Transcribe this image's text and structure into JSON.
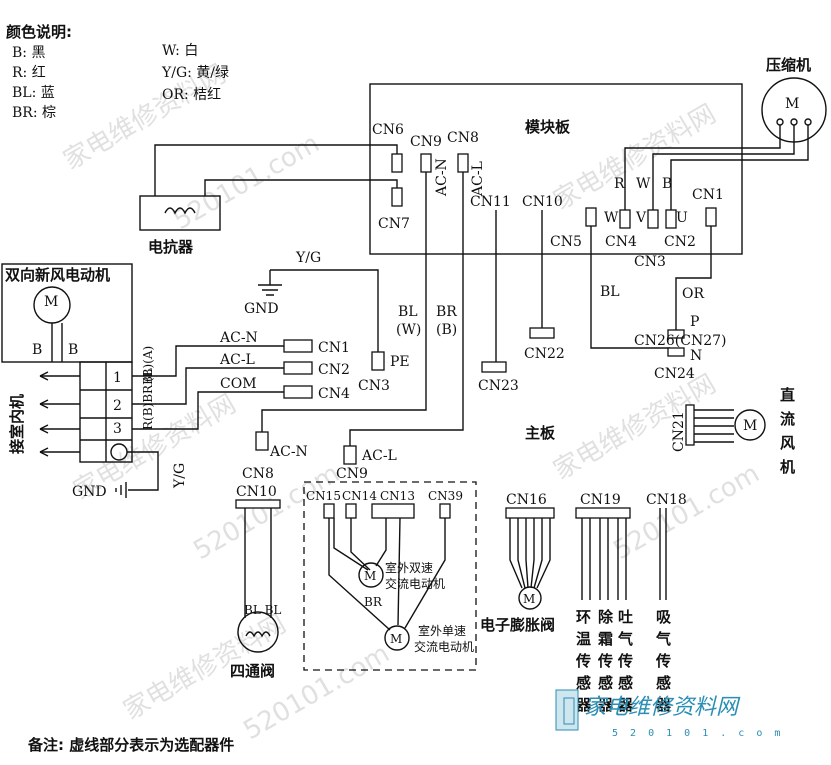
{
  "legend": {
    "title": "颜色说明:",
    "left": [
      "B:  黑",
      "R:  红",
      "BL: 蓝",
      "BR: 棕"
    ],
    "right": [
      "W: 白",
      "Y/G: 黄/绿",
      "OR: 桔红"
    ]
  },
  "module_board": {
    "title": "模块板",
    "cn6": "CN6",
    "cn7": "CN7",
    "cn8": "CN8",
    "cn9": "CN9",
    "cn11": "CN11",
    "cn10": "CN10",
    "cn5": "CN5",
    "cn4": "CN4",
    "cn3": "CN3",
    "cn2": "CN2",
    "cn1": "CN1",
    "acn_vertical": "AC-N",
    "acl_vertical": "AC-L",
    "w": "W",
    "v": "V",
    "u": "U"
  },
  "compressor": {
    "title": "压缩机",
    "motor": "M",
    "r": "R",
    "w": "W",
    "b": "B"
  },
  "reactor": {
    "label": "电抗器"
  },
  "gnd_top": {
    "yg": "Y/G",
    "gnd": "GND"
  },
  "fresh_air_motor": {
    "title": "双向新风电动机",
    "motor": "M",
    "b1": "B",
    "b2": "B"
  },
  "terminal": {
    "label": "接室内机",
    "nums": [
      "1",
      "2",
      "3"
    ],
    "side_a": "(B)(A)",
    "side_b": "R(B)BRBL",
    "yg": "Y/G",
    "gnd": "GND"
  },
  "main_board": {
    "title": "主板",
    "acn_label": "AC-N",
    "acl_label": "AC-L",
    "com_label": "COM",
    "cn1": "CN1",
    "cn2": "CN2",
    "cn4": "CN4",
    "pe": "PE",
    "cn3": "CN3",
    "bl_w": "BL\n(W)",
    "br_b": "BR\n(B)",
    "cn23": "CN23",
    "cn22": "CN22",
    "cn8": "CN8",
    "cn8_label": "AC-N",
    "cn9": "CN9",
    "cn9_label": "AC-L",
    "cn10": "CN10",
    "cn15": "CN15",
    "cn14": "CN14",
    "cn13": "CN13",
    "cn39": "CN39",
    "cn16": "CN16",
    "cn19": "CN19",
    "cn18": "CN18",
    "cn21": "CN21",
    "cn26": "CN26(CN27)",
    "cn24": "CN24",
    "p": "P",
    "n": "N",
    "bl": "BL",
    "or": "OR"
  },
  "components": {
    "four_way": "四通阀",
    "four_way_bl": "BL BL",
    "two_speed_motor": [
      "室外双速",
      "交流电动机"
    ],
    "single_speed_motor": [
      "室外单速",
      "交流电动机"
    ],
    "br": "BR",
    "exv": "电子膨胀阀",
    "sensors": [
      "环温传感器",
      "除霜传感器",
      "吐气传感器"
    ],
    "suction_sensor": "吸气传感器",
    "dc_fan": "直流风机"
  },
  "note": "备注: 虚线部分表示为选配器件",
  "watermark": {
    "cn": "家电维修资料网",
    "url": "520101.com",
    "logo_url": "5 2 0 1 0 1 . c o m"
  },
  "colors": {
    "line": "#111111",
    "watermark": "#c8c8c8",
    "logo": "#2a8fb4"
  }
}
